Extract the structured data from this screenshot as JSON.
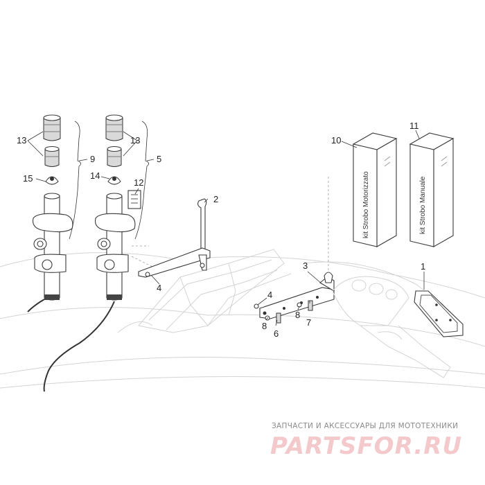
{
  "callouts": {
    "c1": "1",
    "c2": "2",
    "c3": "3",
    "c4a": "4",
    "c4b": "4",
    "c5": "5",
    "c6": "6",
    "c7": "7",
    "c8a": "8",
    "c8b": "8",
    "c9": "9",
    "c10": "10",
    "c11": "11",
    "c12": "12",
    "c13a": "13",
    "c13b": "13",
    "c14": "14",
    "c15": "15"
  },
  "kits": {
    "motorized": "kit Strobo Motorizzato",
    "manual": "kit Strobo Manuale"
  },
  "watermark": {
    "subtitle": "ЗАПЧАСТИ И АКСЕССУАРЫ ДЛЯ МОТОТЕХНИКИ",
    "logo": "PARTSFOR.RU"
  },
  "colors": {
    "line": "#3a3a3a",
    "faint_frame": "#d3d3d3",
    "watermark_logo": "#f3c9cc",
    "watermark_text": "#8a8a8a"
  }
}
